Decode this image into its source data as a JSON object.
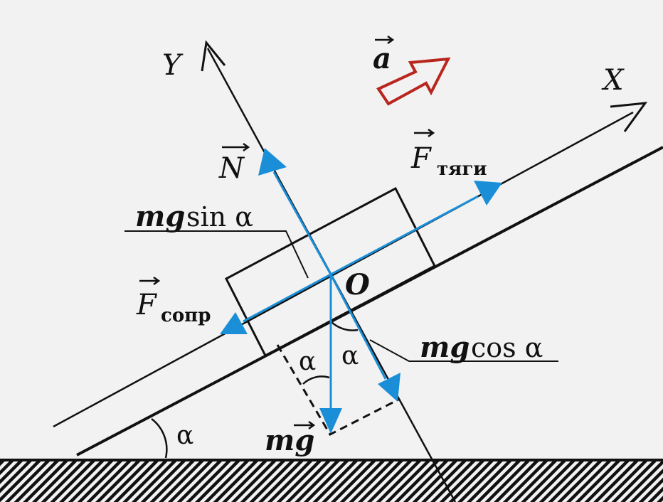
{
  "axes": {
    "x": "X",
    "y": "Y"
  },
  "acceleration": {
    "symbol": "a"
  },
  "forces": {
    "normal": {
      "symbol": "N"
    },
    "traction": {
      "symbol": "F",
      "subscript": "тяги"
    },
    "resistance": {
      "symbol": "F",
      "subscript": "сопр"
    },
    "gravity": {
      "symbol": "mg"
    }
  },
  "components": {
    "sin": {
      "mg": "mg",
      "rest": "sin α"
    },
    "cos": {
      "mg": "mg",
      "rest": "cos α"
    }
  },
  "origin": "O",
  "angle_symbol": "α",
  "colors": {
    "force": "#1a8fd8",
    "accel": "#b8261e",
    "ink": "#111111",
    "bg": "#f2f2f2"
  }
}
